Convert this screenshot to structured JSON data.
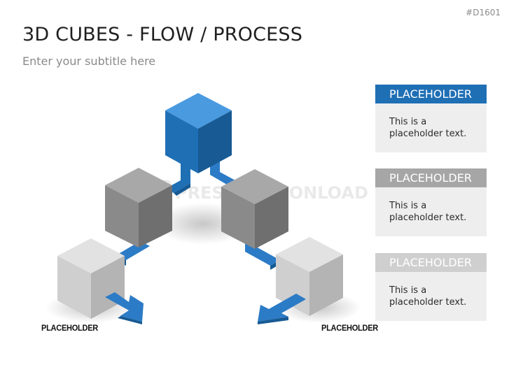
{
  "slide": {
    "id": "#D1601",
    "title": "3D CUBES - FLOW / PROCESS",
    "subtitle": "Enter your subtitle here",
    "watermark": "PRESENTATIONLOAD"
  },
  "diagram": {
    "bottom_left_label": "PLACEHOLDER",
    "bottom_right_label": "PLACEHOLDER",
    "colors": {
      "blue": "#2c7bc6",
      "dark_gray": "#8a8a8a",
      "light_gray": "#c4c4c4"
    }
  },
  "cards": [
    {
      "header": "PLACEHOLDER",
      "text": "This is a placeholder text.",
      "color": "#1f6fb5"
    },
    {
      "header": "PLACEHOLDER",
      "text": "This is a placeholder text.",
      "color": "#a6a6a6"
    },
    {
      "header": "PLACEHOLDER",
      "text": "This is a placeholder text.",
      "color": "#cfcfcf"
    }
  ]
}
